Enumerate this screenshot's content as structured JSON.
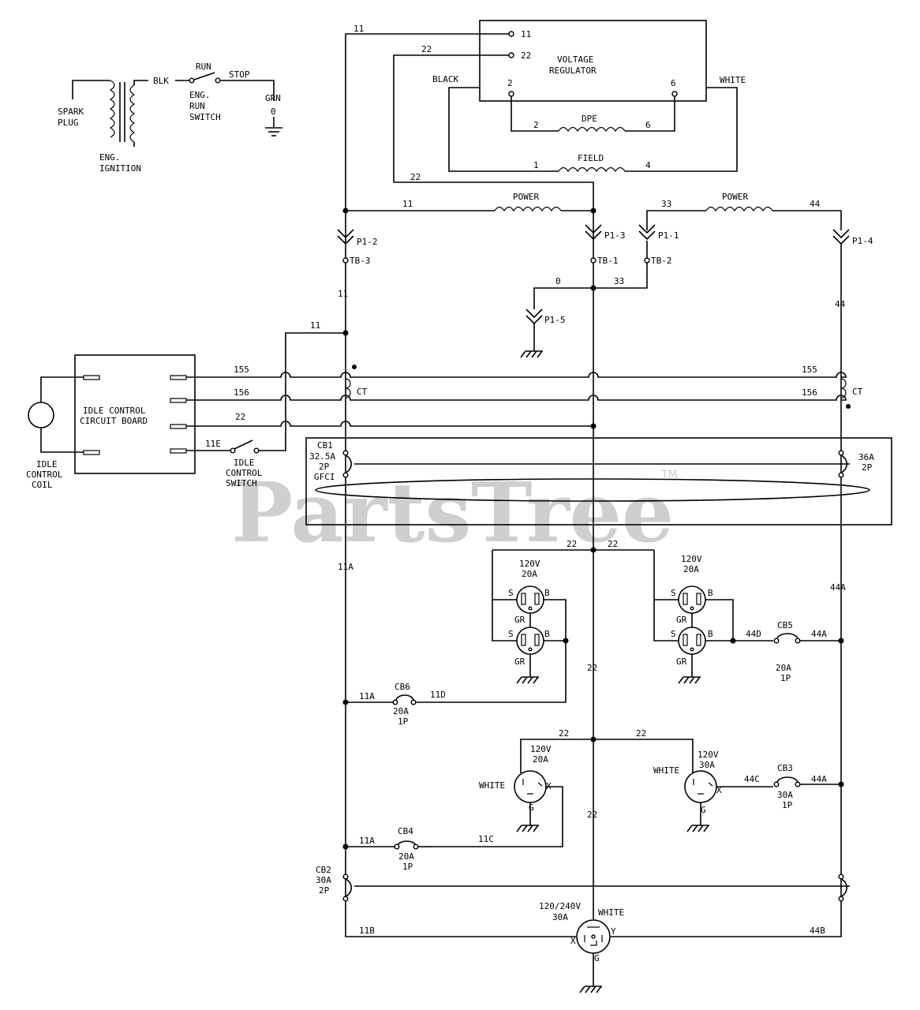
{
  "watermark": {
    "brand": "PartsTree",
    "trademark": "TM"
  },
  "ignition": {
    "spark_plug": [
      "SPARK",
      "PLUG"
    ],
    "blk": "BLK",
    "run": "RUN",
    "stop": "STOP",
    "switch": [
      "ENG.",
      "RUN",
      "SWITCH"
    ],
    "grn": "GRN",
    "zero": "0",
    "coil": [
      "ENG.",
      "IGNITION"
    ]
  },
  "regulator": {
    "title": [
      "VOLTAGE",
      "REGULATOR"
    ],
    "black": "BLACK",
    "white": "WHITE",
    "t11": "11",
    "t22": "22",
    "t2": "2",
    "t6": "6"
  },
  "windings": {
    "dpe": "DPE",
    "field": "FIELD",
    "power": "POWER",
    "n2": "2",
    "n6": "6",
    "n1": "1",
    "n4": "4"
  },
  "connectors": {
    "p12": "P1-2",
    "p13": "P1-3",
    "p11": "P1-1",
    "p14": "P1-4",
    "p15": "P1-5",
    "tb3": "TB-3",
    "tb1": "TB-1",
    "tb2": "TB-2"
  },
  "wires": {
    "w11": "11",
    "w22": "22",
    "w33": "33",
    "w44": "44",
    "w0": "0",
    "w155": "155",
    "w156": "156",
    "w11e": "11E",
    "w11a": "11A",
    "w11b": "11B",
    "w11c": "11C",
    "w11d": "11D",
    "w44a": "44A",
    "w44b": "44B",
    "w44c": "44C",
    "w44d": "44D"
  },
  "idle": {
    "board": [
      "IDLE CONTROL",
      "CIRCUIT BOARD"
    ],
    "coil": [
      "IDLE",
      "CONTROL",
      "COIL"
    ],
    "switch": [
      "IDLE",
      "CONTROL",
      "SWITCH"
    ],
    "ct": "CT"
  },
  "breakers": {
    "cb1": [
      "CB1",
      "32.5A",
      "2P",
      "GFCI"
    ],
    "main": [
      "36A",
      "2P"
    ],
    "cb2": [
      "CB2",
      "30A",
      "2P"
    ],
    "cb3": [
      "CB3",
      "30A",
      "1P"
    ],
    "cb4": [
      "CB4",
      "20A",
      "1P"
    ],
    "cb5": [
      "CB5",
      "20A",
      "1P"
    ],
    "cb6": [
      "CB6",
      "20A",
      "1P"
    ]
  },
  "receptacles": {
    "r120_20": [
      "120V",
      "20A"
    ],
    "r120_30": [
      "120V",
      "30A"
    ],
    "r240": [
      "120/240V",
      "30A"
    ],
    "white": "WHITE",
    "s": "S",
    "b": "B",
    "gr": "GR",
    "g": "G",
    "x": "X",
    "y": "Y"
  }
}
